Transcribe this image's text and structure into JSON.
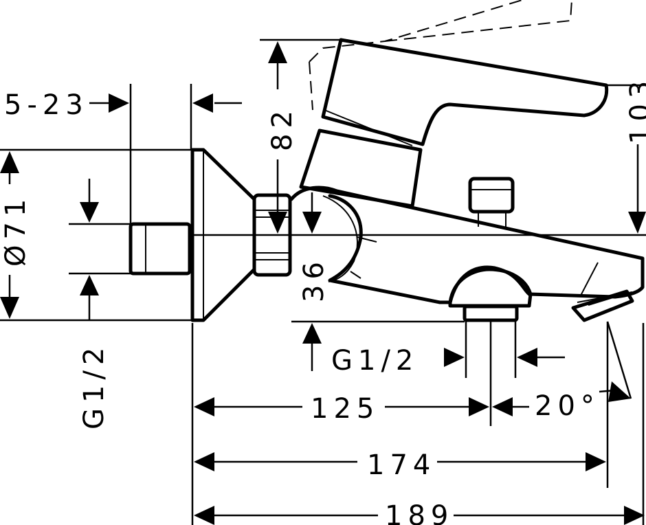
{
  "dimensions": {
    "width_range": "5-23",
    "diameter": "Ø71",
    "inlet_thread": "G1/2",
    "height_82": "82",
    "height_103": "103",
    "spout_36": "36",
    "outlet_thread": "G1/2",
    "length_125": "125",
    "angle": "20°",
    "length_174": "174",
    "length_189": "189"
  }
}
